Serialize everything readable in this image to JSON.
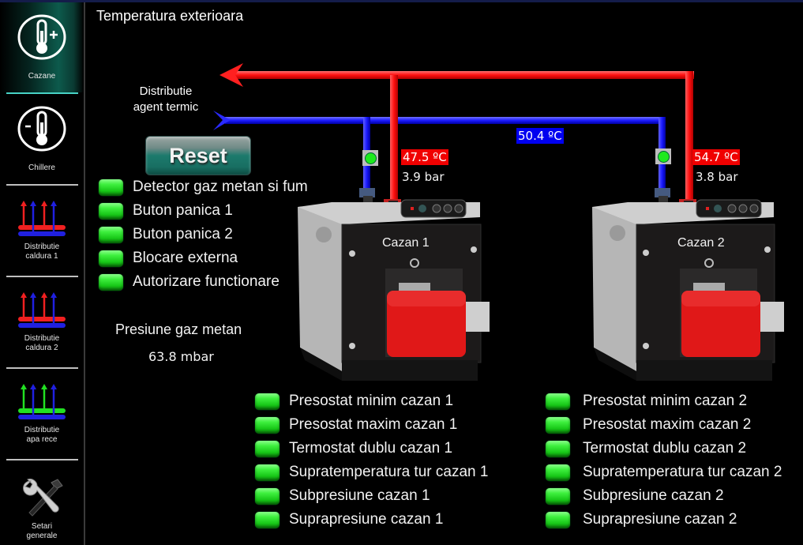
{
  "header": {
    "title": "Temperatura exterioara"
  },
  "sidebar": {
    "items": [
      {
        "id": "cazane",
        "label": "Cazane",
        "icon": "thermometer-plus-icon",
        "active": true
      },
      {
        "id": "chillere",
        "label": "Chillere",
        "icon": "thermometer-minus-icon",
        "active": false
      },
      {
        "id": "distributie-caldura-1",
        "label_line1": "Distributie",
        "label_line2": "caldura 1",
        "icon": "heat-distribution-icon",
        "active": false
      },
      {
        "id": "distributie-caldura-2",
        "label_line1": "Distributie",
        "label_line2": "caldura 2",
        "icon": "heat-distribution-icon",
        "active": false
      },
      {
        "id": "distributie-apa-rece",
        "label_line1": "Distributie",
        "label_line2": "apa rece",
        "icon": "cold-water-distribution-icon",
        "active": false
      },
      {
        "id": "setari-generale",
        "label_line1": "Setari",
        "label_line2": "generale",
        "icon": "tools-icon",
        "active": false
      }
    ]
  },
  "distribution": {
    "label_line1": "Distributie",
    "label_line2": "agent termic",
    "return_temp": "50.4 ºC"
  },
  "reset_button": {
    "label": "Reset"
  },
  "general_status": [
    {
      "label": "Detector gaz metan si fum",
      "state": "ok"
    },
    {
      "label": "Buton panica 1",
      "state": "ok"
    },
    {
      "label": "Buton panica 2",
      "state": "ok"
    },
    {
      "label": "Blocare externa",
      "state": "ok"
    },
    {
      "label": "Autorizare functionare",
      "state": "ok"
    }
  ],
  "gas": {
    "label": "Presiune gaz metan",
    "value": "63.8 mbar"
  },
  "boilers": [
    {
      "name": "Cazan 1",
      "flow_temp": "47.5 ºC",
      "pressure": "3.9 bar",
      "pump_state": "on",
      "status": [
        {
          "label": "Presostat minim cazan 1",
          "state": "ok"
        },
        {
          "label": "Presostat maxim cazan 1",
          "state": "ok"
        },
        {
          "label": "Termostat dublu cazan 1",
          "state": "ok"
        },
        {
          "label": "Supratemperatura tur cazan 1",
          "state": "ok"
        },
        {
          "label": "Subpresiune cazan 1",
          "state": "ok"
        },
        {
          "label": "Suprapresiune cazan 1",
          "state": "ok"
        }
      ]
    },
    {
      "name": "Cazan 2",
      "flow_temp": "54.7 ºC",
      "pressure": "3.8 bar",
      "pump_state": "on",
      "status": [
        {
          "label": "Presostat minim cazan 2",
          "state": "ok"
        },
        {
          "label": "Presostat maxim cazan 2",
          "state": "ok"
        },
        {
          "label": "Termostat dublu cazan 2",
          "state": "ok"
        },
        {
          "label": "Supratemperatura tur cazan 2",
          "state": "ok"
        },
        {
          "label": "Subpresiune cazan 2",
          "state": "ok"
        },
        {
          "label": "Suprapresiune cazan 2",
          "state": "ok"
        }
      ]
    }
  ],
  "colors": {
    "supply_pipe": "#ff1a1a",
    "return_pipe": "#1a1aff",
    "status_ok": "#22dd22",
    "accent": "#47d2c5"
  }
}
